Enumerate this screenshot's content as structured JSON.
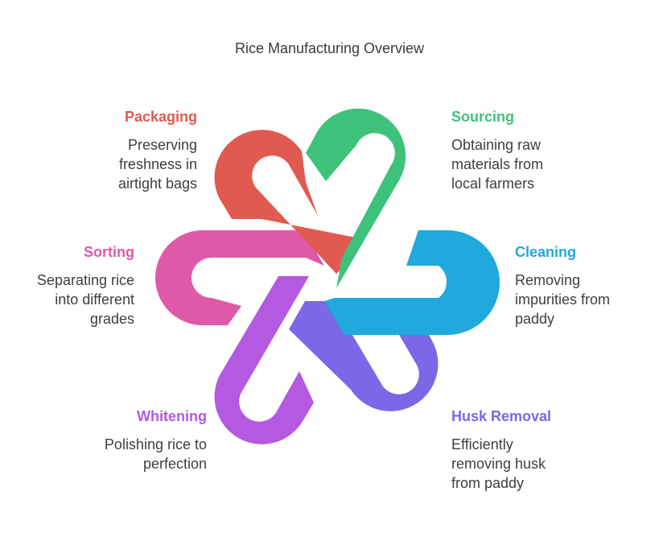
{
  "title": "Rice Manufacturing Overview",
  "stages": {
    "packaging": {
      "title": "Packaging",
      "description": "Preserving\nfreshness in\nairtight bags",
      "color": "#e05a52"
    },
    "sourcing": {
      "title": "Sourcing",
      "description": "Obtaining raw\nmaterials from\nlocal farmers",
      "color": "#3ec27b"
    },
    "sorting": {
      "title": "Sorting",
      "description": "Separating rice\ninto different\ngrades",
      "color": "#de5aa8"
    },
    "cleaning": {
      "title": "Cleaning",
      "description": "Removing\nimpurities from\npaddy",
      "color": "#1fa9dc"
    },
    "whitening": {
      "title": "Whitening",
      "description": "Polishing rice to\nperfection",
      "color": "#b35ae0"
    },
    "husk_removal": {
      "title": "Husk Removal",
      "description": "Efficiently\nremoving husk\nfrom paddy",
      "color": "#7b68e6"
    }
  }
}
